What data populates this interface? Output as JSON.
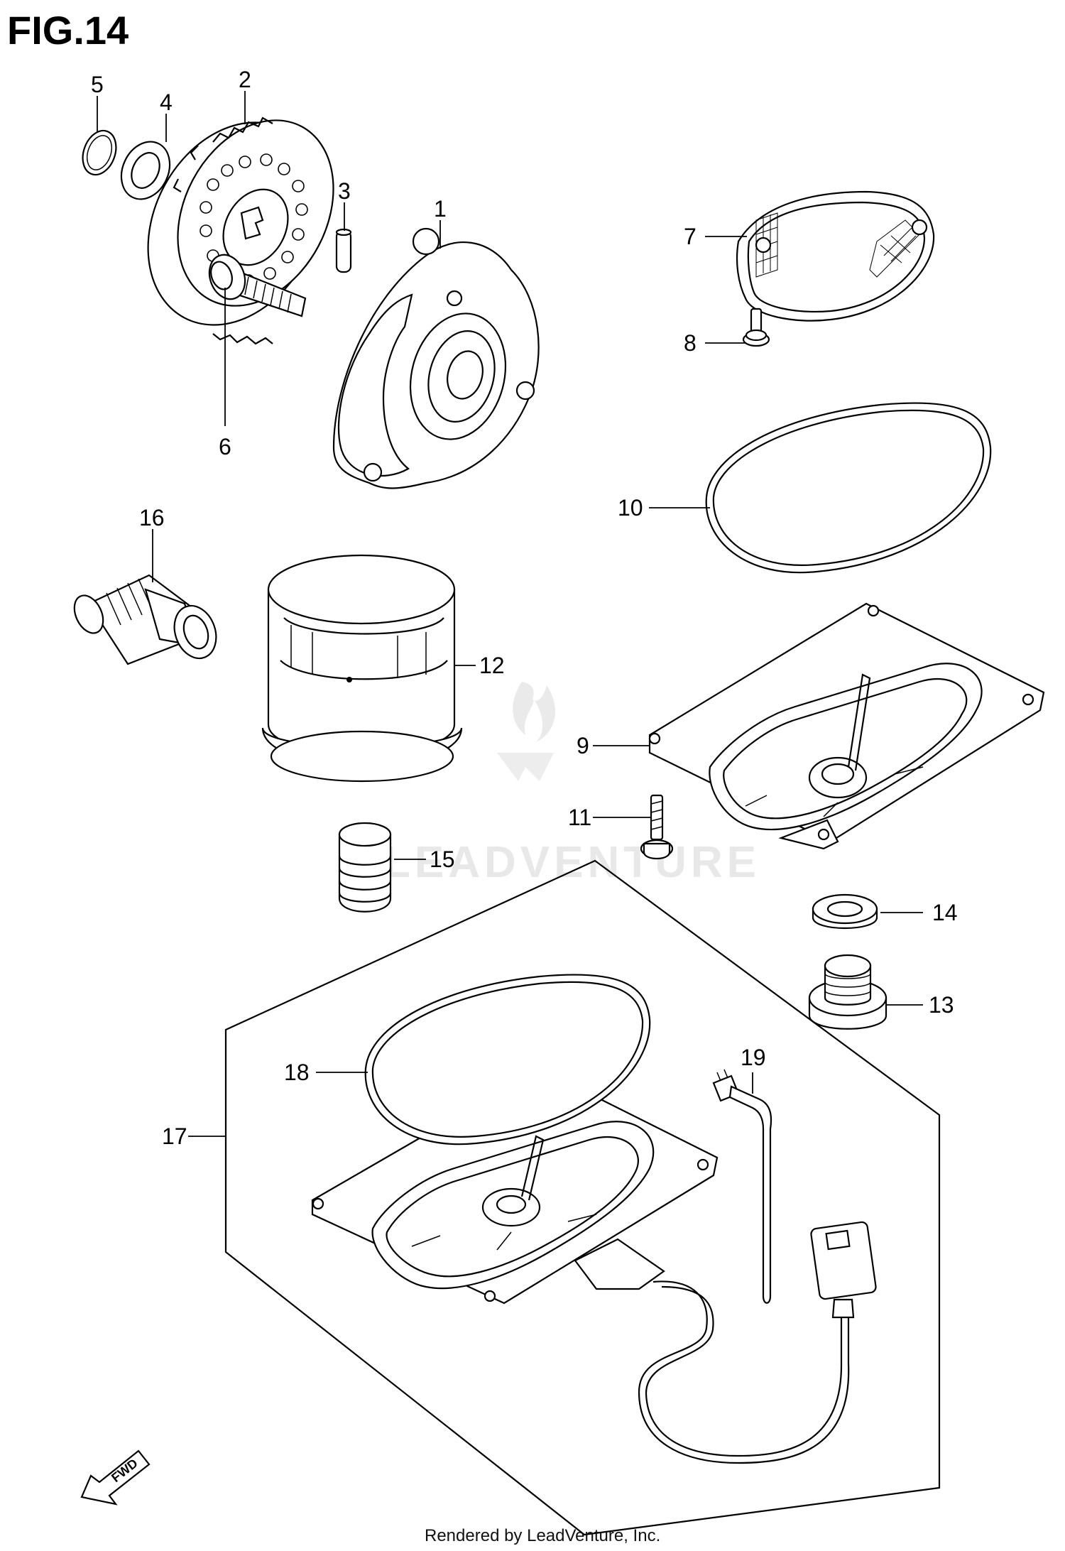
{
  "figure": {
    "title": "FIG.14"
  },
  "watermark": {
    "text": "LEADVENTURE"
  },
  "footer": {
    "text": "Rendered by LeadVenture, Inc."
  },
  "fwd_label": "FWD",
  "callouts": {
    "c1": "1",
    "c2": "2",
    "c3": "3",
    "c4": "4",
    "c5": "5",
    "c6": "6",
    "c7": "7",
    "c8": "8",
    "c9": "9",
    "c10": "10",
    "c11": "11",
    "c12": "12",
    "c13": "13",
    "c14": "14",
    "c15": "15",
    "c16": "16",
    "c17": "17",
    "c18": "18",
    "c19": "19"
  }
}
